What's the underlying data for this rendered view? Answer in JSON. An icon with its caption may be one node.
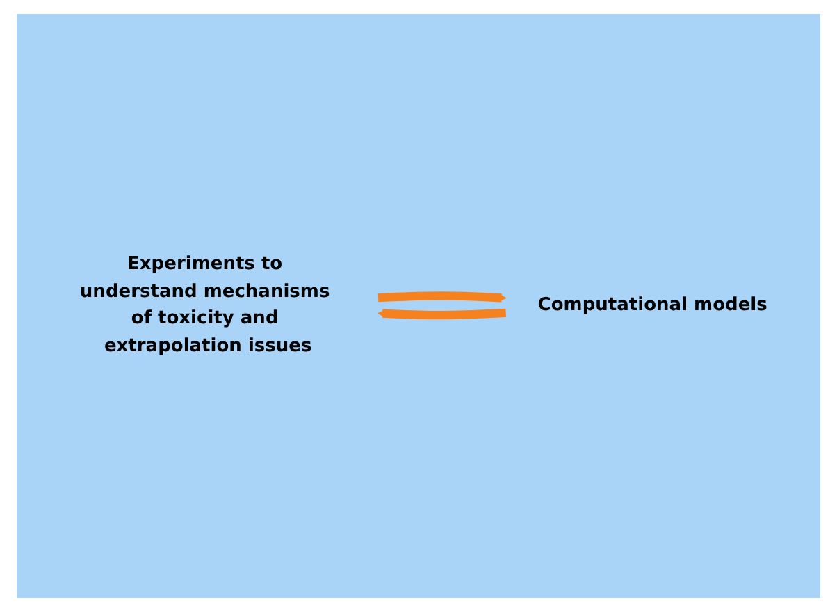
{
  "diagram": {
    "nodes": [
      {
        "text": [
          "Experiments to understand mechanisms of toxicity and extrapolation issues"
        ]
      },
      {
        "text": [
          "Computational models"
        ]
      }
    ],
    "edges": [
      {
        "from": 0,
        "to": 1,
        "arrow": "to"
      },
      {
        "from": 1,
        "to": 0,
        "arrow": "to"
      }
    ]
  }
}
